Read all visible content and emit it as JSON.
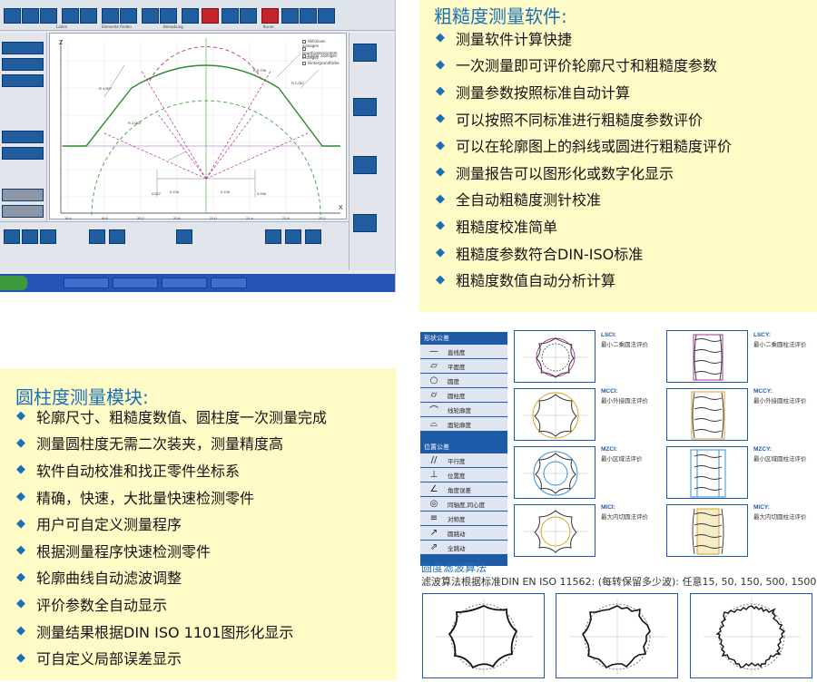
{
  "software_panel": {
    "title": "粗糙度测量软件:",
    "features": [
      "测量软件计算快捷",
      "一次测量即可评价轮廓尺寸和粗糙度参数",
      "测量参数按照标准自动计算",
      "可以按照不同标准进行粗糙度参数评价",
      "可以在轮廓图上的斜线或圆进行粗糙度评价",
      "测量报告可以图形化或数字化显示",
      "全自动粗糙度测针校准",
      "粗糙度校准简单",
      "粗糙度参数符合DIN-ISO标准",
      "粗糙度数值自动分析计算"
    ]
  },
  "cylinder_panel": {
    "title": "圆柱度测量模块:",
    "features": [
      "轮廓尺寸、粗糙度数值、圆柱度一次测量完成",
      "测量圆柱度无需二次装夹，测量精度高",
      "软件自动校准和找正零件坐标系",
      "精确，快速，大批量快速检测零件",
      "用户可自定义测量程序",
      "根据测量程序快速检测零件",
      "轮廓曲线自动滤波调整",
      "评价参数全自动显示",
      "测量结果根据DIN ISO 1101图形化显示",
      "可自定义局部误差显示"
    ]
  },
  "screenshot": {
    "axis_z": "Z",
    "axis_x": "X",
    "radius_labels": [
      "R 5,796",
      "R 2,062",
      "R 2,067",
      "R 4,507"
    ],
    "dim_labels": [
      "0,106",
      "0,106",
      "0,627",
      "0,936"
    ],
    "checkboxes": [
      "Hilfslinien anzeigen",
      "Koordinatensystem anzeigen",
      "Raster anzeigen",
      "Hintergrundfarbe"
    ],
    "x_ticks": [
      "19,4",
      "19,8",
      "20,2",
      "20,6",
      "21,0",
      "21,4",
      "21,8",
      "22,2"
    ],
    "toolbar_labels": [
      "Laden",
      "Elemente finden",
      "Bemaßung",
      "Kurve"
    ]
  },
  "form_table": {
    "header": "形状公差",
    "rows": [
      {
        "icon": "straightness-icon",
        "symbol": "—",
        "label": "直线度"
      },
      {
        "icon": "flatness-icon",
        "symbol": "▱",
        "label": "平面度"
      },
      {
        "icon": "roundness-icon",
        "symbol": "○",
        "label": "圆度"
      },
      {
        "icon": "cylindricity-icon",
        "symbol": "⌭",
        "label": "圆柱度"
      },
      {
        "icon": "line-profile-icon",
        "symbol": "⌒",
        "label": "线轮廓度"
      },
      {
        "icon": "surface-profile-icon",
        "symbol": "⌓",
        "label": "面轮廓度"
      }
    ]
  },
  "position_table": {
    "header": "位置公差",
    "rows": [
      {
        "icon": "parallelism-icon",
        "symbol": "//",
        "label": "平行度"
      },
      {
        "icon": "perpendicularity-icon",
        "symbol": "⊥",
        "label": "位置度"
      },
      {
        "icon": "angularity-icon",
        "symbol": "∠",
        "label": "角度误差"
      },
      {
        "icon": "concentricity-icon",
        "symbol": "◎",
        "label": "同轴度,同心度"
      },
      {
        "icon": "symmetry-icon",
        "symbol": "≡",
        "label": "对称度"
      },
      {
        "icon": "circular-runout-icon",
        "symbol": "↗",
        "label": "圆跳动"
      },
      {
        "icon": "total-runout-icon",
        "symbol": "⇗",
        "label": "全跳动"
      }
    ]
  },
  "methods": [
    {
      "code": "LSCI:",
      "desc": "最小二乘圆法评价"
    },
    {
      "code": "LSCY:",
      "desc": "最小二乘圆柱法评价"
    },
    {
      "code": "MCCI:",
      "desc": "最小外接圆法评价"
    },
    {
      "code": "MCCY:",
      "desc": "最小外接圆柱法评价"
    },
    {
      "code": "MZCI:",
      "desc": "最小区域法评价"
    },
    {
      "code": "MZCY:",
      "desc": "最小区域圆柱法评价"
    },
    {
      "code": "MICI:",
      "desc": "最大内切圆法评价"
    },
    {
      "code": "MICY:",
      "desc": "最大内切圆柱法评价"
    }
  ],
  "filter": {
    "title": "圆度滤波算法",
    "desc": "滤波算法根据标准DIN EN ISO 11562: (每转保留多少波): 任意15, 50, 150, 500, 1500"
  },
  "colors": {
    "accent_blue": "#1b6fb6",
    "panel_yellow": "#fffbc7",
    "table_blue": "#1d5aa8",
    "curve_green": "#3aa33a",
    "curve_magenta": "#b0308f"
  }
}
